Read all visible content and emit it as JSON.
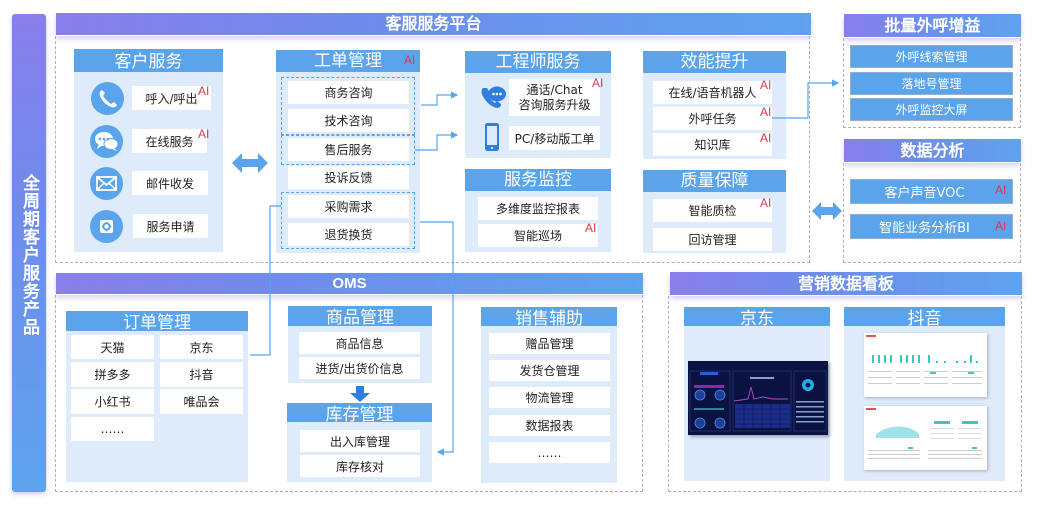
{
  "sidebar": {
    "title": "全周期客户服务产品"
  },
  "platform": {
    "title": "客服服务平台",
    "customer_service": {
      "title": "客户服务",
      "items": [
        {
          "label": "呼入/呼出",
          "icon": "phone-icon",
          "ai": "AI"
        },
        {
          "label": "在线服务",
          "icon": "chat-bubbles-icon",
          "ai": "AI"
        },
        {
          "label": "邮件收发",
          "icon": "mail-icon"
        },
        {
          "label": "服务申请",
          "icon": "gear-icon"
        }
      ]
    },
    "ticket": {
      "title": "工单管理",
      "ai": "AI",
      "items": [
        "商务咨询",
        "技术咨询",
        "售后服务",
        "投诉反馈",
        "采购需求",
        "退货换货"
      ]
    },
    "engineer": {
      "title": "工程师服务",
      "items": [
        {
          "line1": "通话/Chat",
          "line2": "咨询服务升级",
          "icon": "call-chat-icon",
          "ai": "AI"
        },
        {
          "line1": "PC/移动版工单",
          "icon": "mobile-phone-icon"
        }
      ]
    },
    "monitor": {
      "title": "服务监控",
      "items": [
        {
          "label": "多维度监控报表"
        },
        {
          "label": "智能巡场",
          "ai": "AI"
        }
      ]
    },
    "efficiency": {
      "title": "效能提升",
      "items": [
        {
          "label": "在线/语音机器人",
          "ai": "AI"
        },
        {
          "label": "外呼任务",
          "ai": "AI"
        },
        {
          "label": "知识库",
          "ai": "AI"
        }
      ]
    },
    "quality": {
      "title": "质量保障",
      "items": [
        {
          "label": "智能质检",
          "ai": "AI"
        },
        {
          "label": "回访管理"
        }
      ]
    }
  },
  "outbound": {
    "title": "批量外呼增益",
    "items": [
      "外呼线索管理",
      "落地号管理",
      "外呼监控大屏"
    ]
  },
  "analysis": {
    "title": "数据分析",
    "items": [
      {
        "label": "客户声音VOC",
        "ai": "AI"
      },
      {
        "label": "智能业务分析BI",
        "ai": "AI"
      }
    ]
  },
  "oms": {
    "title": "OMS",
    "orders": {
      "title": "订单管理",
      "items": [
        "天猫",
        "京东",
        "拼多多",
        "抖音",
        "小红书",
        "唯品会",
        "……"
      ]
    },
    "goods": {
      "title": "商品管理",
      "items": [
        "商品信息",
        "进货/出货价信息"
      ]
    },
    "stock": {
      "title": "库存管理",
      "items": [
        "出入库管理",
        "库存核对"
      ]
    },
    "sales": {
      "title": "销售辅助",
      "items": [
        "赠品管理",
        "发货仓管理",
        "物流管理",
        "数据报表",
        "……"
      ]
    }
  },
  "dashboard": {
    "title": "营销数据看板",
    "panels": [
      {
        "title": "京东"
      },
      {
        "title": "抖音"
      }
    ]
  },
  "colors": {
    "accent": "#5aa4ec",
    "card_bg": "#ddebfa",
    "ai_red": "#e0344b",
    "grad_start": "#8a7fea",
    "grad_end": "#5ea3ee"
  }
}
